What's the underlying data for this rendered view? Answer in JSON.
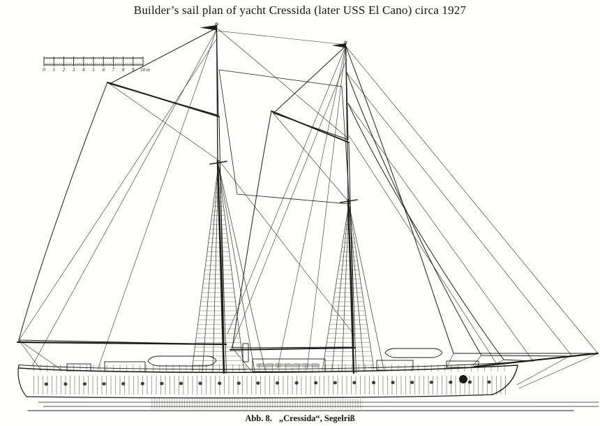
{
  "page": {
    "title": "Builder’s sail plan of yacht Cressida (later USS El Cano) circa 1927",
    "caption_label": "Abb. 8.",
    "caption_text": "„Cressida“, Segelriß"
  },
  "scale_bar": {
    "unit_labels": [
      "0",
      "1",
      "2",
      "3",
      "4",
      "5",
      "6",
      "7",
      "8",
      "9",
      "10 m"
    ]
  },
  "colors": {
    "ink": "#1c1c1c",
    "paper": "#fefefc"
  }
}
